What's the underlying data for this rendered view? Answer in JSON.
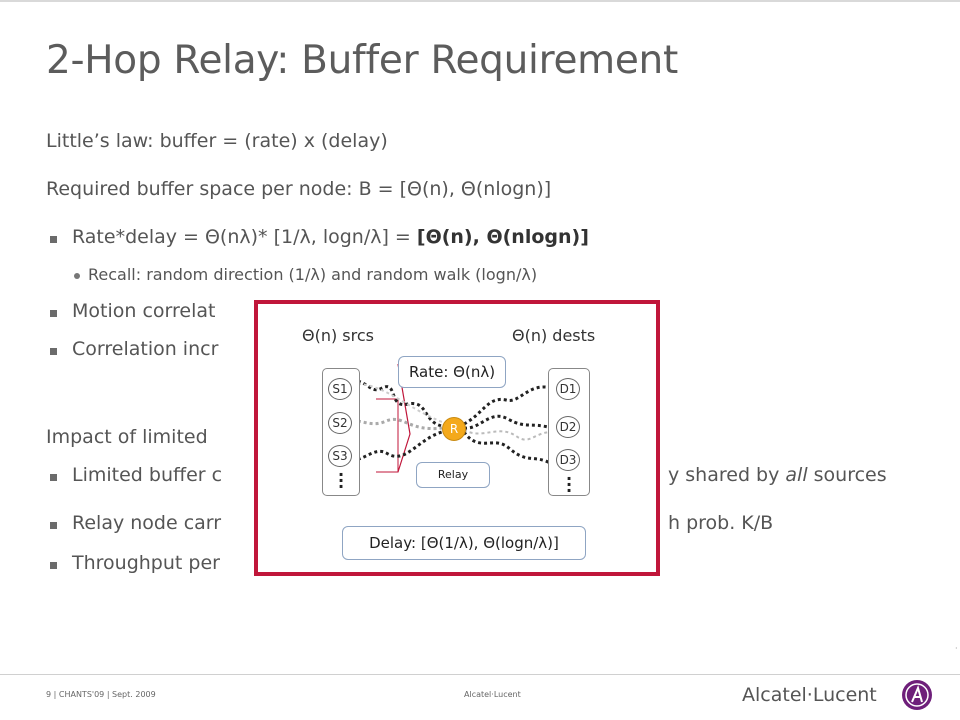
{
  "title": "2-Hop Relay: Buffer Requirement",
  "body": {
    "line1": "Little’s law: buffer = (rate) x (delay)",
    "line2": "Required buffer space per node: B = [Θ(n), Θ(nlogn)]",
    "bullet1_prefix": "Rate*delay = Θ(nλ)* [1/λ, logn/λ] = ",
    "bullet1_bold": "[Θ(n), Θ(nlogn)]",
    "sub1": "Recall: random direction (1/λ) and random walk (logn/λ)",
    "bullet2": "Motion correlat",
    "bullet3": "Correlation incr",
    "line3": "Impact of limited",
    "bullet4_left": "Limited buffer c",
    "bullet4_right_prefix": "y shared by ",
    "bullet4_right_italic": "all",
    "bullet4_right_suffix": " sources",
    "bullet5_left": "Relay node carr",
    "bullet5_right": "h prob. K/B",
    "bullet6_left": "Throughput per"
  },
  "diagram": {
    "src_label": "Θ(n) srcs",
    "dst_label": "Θ(n) dests",
    "rate_label": "Rate: Θ(nλ)",
    "relay_box_label": "Relay",
    "relay_node_label": "R",
    "delay_label": "Delay: [Θ(1/λ), Θ(logn/λ)]",
    "sources": [
      "S1",
      "S2",
      "S3"
    ],
    "dests": [
      "D1",
      "D2",
      "D3"
    ],
    "accent_color": "#c0163a",
    "relay_color": "#f4a91b"
  },
  "footer": {
    "left": "9 | CHANTS'09 | Sept. 2009",
    "center": "Alcatel·Lucent",
    "logo": "Alcatel·Lucent"
  }
}
